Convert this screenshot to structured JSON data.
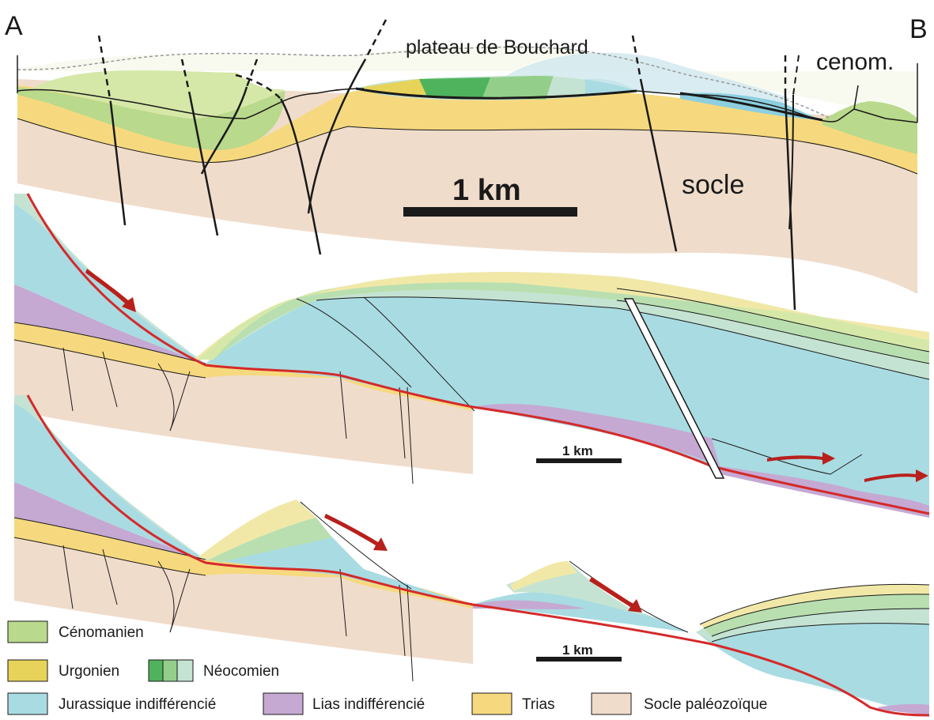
{
  "labels": {
    "corner_a": "A",
    "corner_b": "B",
    "plateau": "plateau de Bouchard",
    "cenom": "cenom.",
    "socle": "socle",
    "scale_top": "1 km",
    "scale_mid": "1 km",
    "scale_bottom": "1 km"
  },
  "legend": {
    "cenomanien": "Cénomanien",
    "urgonien": "Urgonien",
    "neocomien": "Néocomien",
    "jurassique": "Jurassique indifférencié",
    "lias": "Lias indifférencié",
    "trias": "Trias",
    "socle": "Socle paléozoïque"
  },
  "colors": {
    "cenomanien": "#b9d98c",
    "urgonien": "#e8d35a",
    "neocomien_dark": "#4fb35d",
    "neocomien_mid": "#93cf8a",
    "neocomien_light": "#c4e3d2",
    "jurassique": "#a9dbe2",
    "lias": "#c5a9d2",
    "trias": "#f6d97e",
    "socle": "#f0dccb",
    "fault_red": "#d42a2a",
    "arrow_red": "#b8201c",
    "line": "#1a1a1a"
  }
}
